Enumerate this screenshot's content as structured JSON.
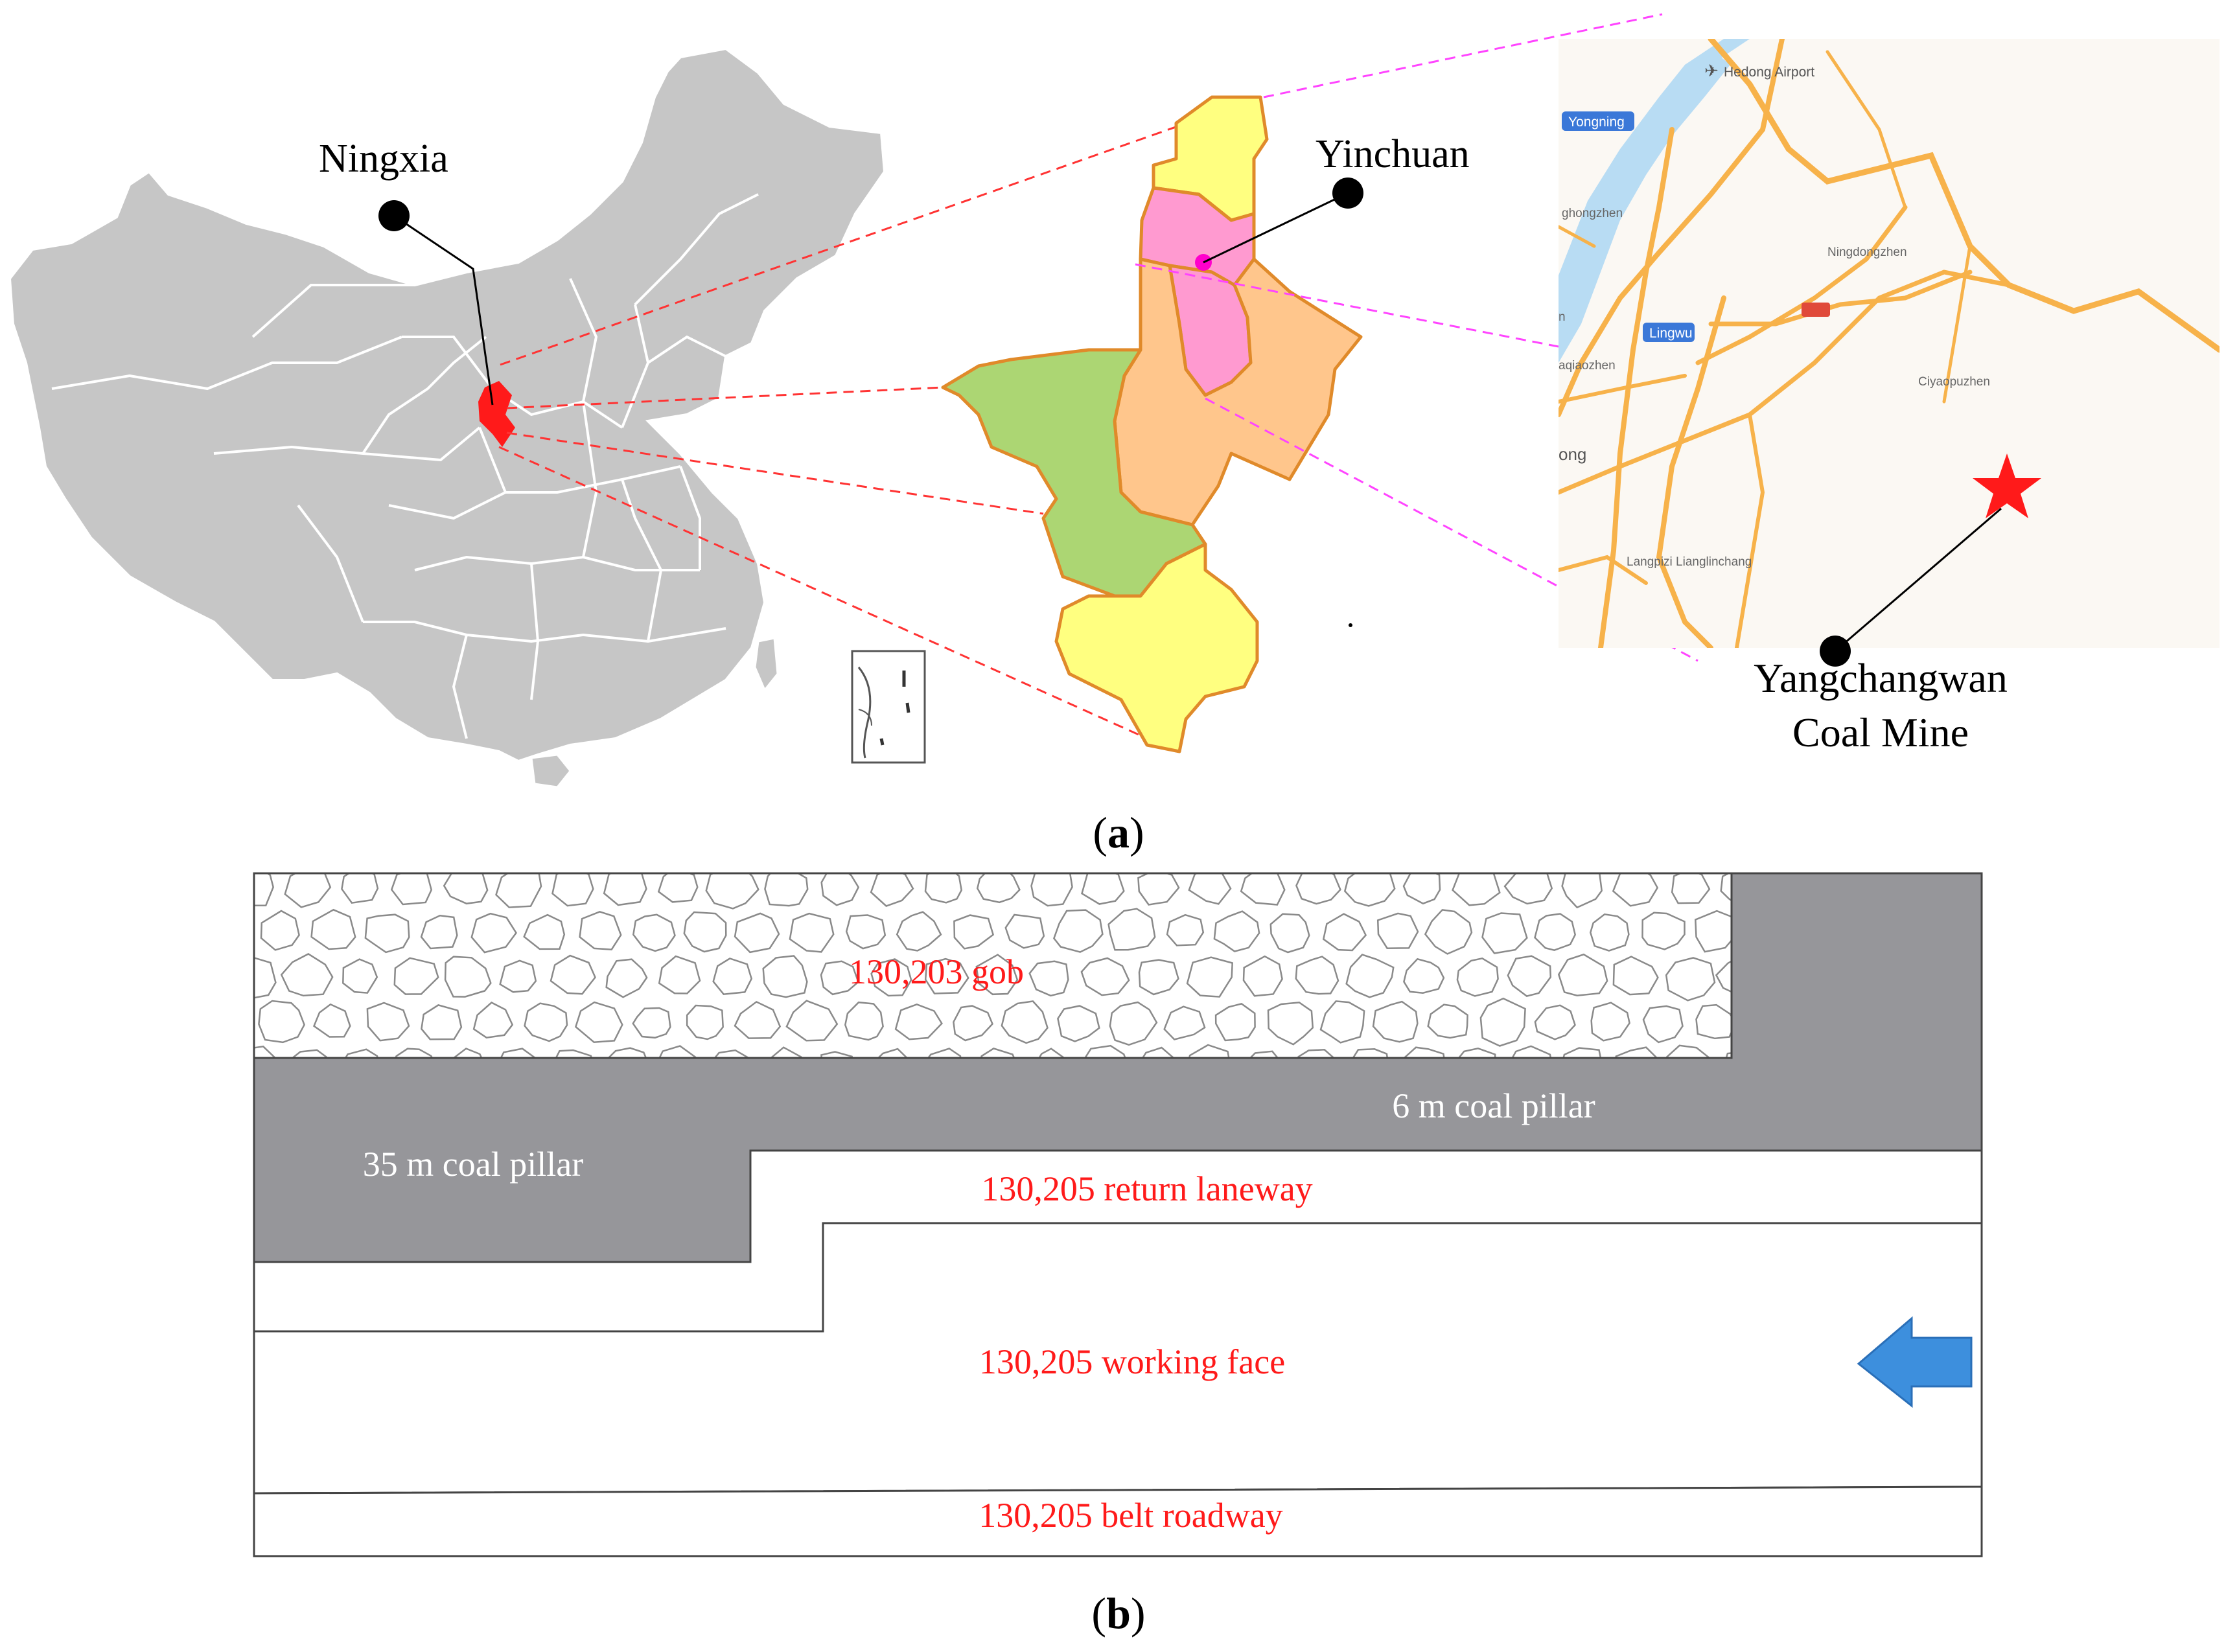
{
  "panel_a": {
    "caption_open": "(",
    "caption_letter": "a",
    "caption_close": ")",
    "labels": {
      "ningxia": "Ningxia",
      "yinchuan": "Yinchuan",
      "mine_line1": "Yangchangwan",
      "mine_line2": "Coal Mine"
    },
    "local_map": {
      "places": {
        "hedong_airport": "Hedong Airport",
        "yongning": "Yongning",
        "ghongzhen": "ghongzhen",
        "ningdongzhen": "Ningdongzhen",
        "lingwu": "Lingwu",
        "aqiaozhen": "aqiaozhen",
        "ciyaopuzhen": "Ciyaopuzhen",
        "ong": "ong",
        "langpizi": "Langpizi Lianglinchang"
      }
    },
    "icons": {
      "mine_marker": "red-star-icon",
      "airport": "airplane-icon"
    }
  },
  "panel_b": {
    "caption_open": "(",
    "caption_letter": "b",
    "caption_close": ")",
    "labels": {
      "gob": "130,203 gob",
      "pillar_6m": "6 m coal pillar",
      "pillar_35m": "35 m coal pillar",
      "return_laneway": "130,205 return laneway",
      "working_face": "130,205 working face",
      "belt_roadway": "130,205 belt roadway"
    },
    "icons": {
      "advance_arrow": "left-arrow-icon"
    }
  },
  "colors": {
    "china_fill": "#c6c6c6",
    "marker_red": "#ff1a1a",
    "leader_red": "#ff3333",
    "leader_magenta": "#ff44ff",
    "ningxia_yellow": "#ffff80",
    "ningxia_pink": "#ff9ad0",
    "ningxia_orange": "#ffc68c",
    "ningxia_green": "#acd673",
    "map_bg": "#fbf8f3",
    "road_orange": "#f7b24a",
    "river_blue": "#b8dcf3",
    "pillar_gray": "#96969a",
    "label_red": "#ff1a1a",
    "arrow_blue": "#3d8fdd"
  }
}
